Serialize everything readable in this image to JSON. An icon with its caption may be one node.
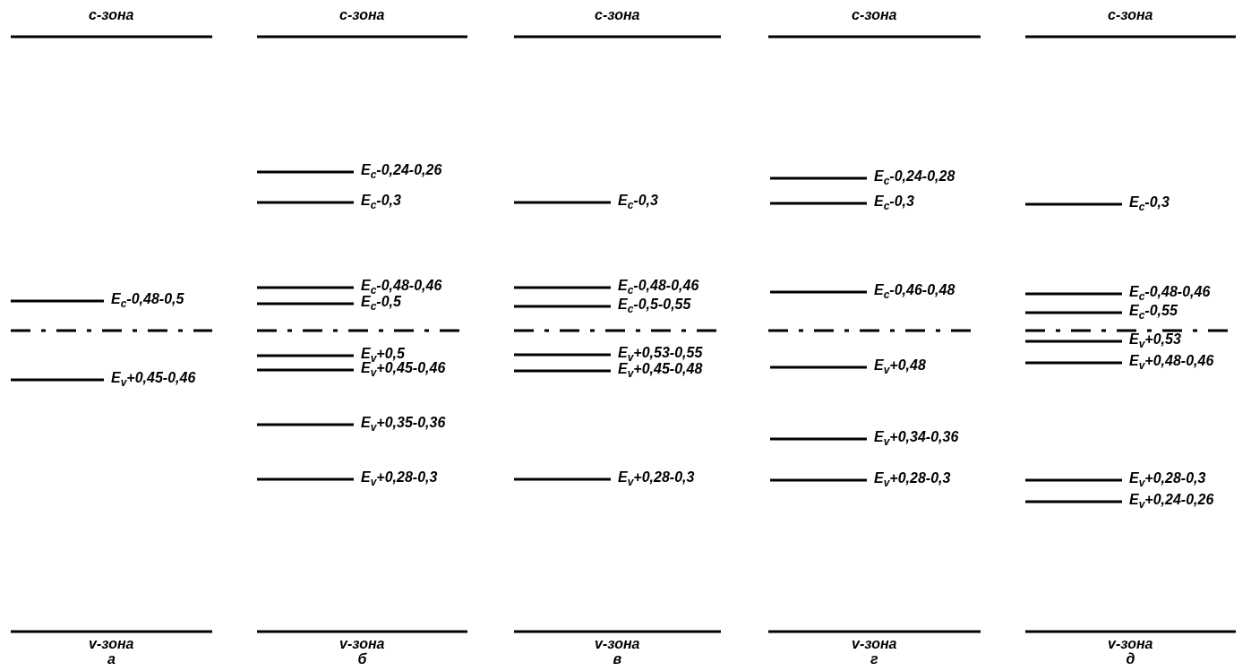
{
  "diagram": {
    "labels": [
      "c-зона",
      "E$_{c}$-0,48-0,5",
      "E$_{v}$+0,45-0,46",
      "v-зона",
      "а",
      "c-зона",
      "E$_{c}$-0,24-0,26",
      "E$_{c}$-0,3",
      "E$_{c}$-0,48-0,46",
      "E$_{c}$-0,5",
      "E$_{v}$+0,5",
      "E$_{v}$+0,45-0,46",
      "E$_{v}$+0,35-0,36",
      "E$_{v}$+0,28-0,3",
      "v-зона",
      "б",
      "c-зона",
      "E$_{c}$-0,3",
      "E$_{c}$-0,48-0,46",
      "E$_{c}$-0,5-0,55",
      "E$_{v}$+0,53-0,55",
      "E$_{v}$+0,45-0,48",
      "E$_{v}$+0,28-0,3",
      "v-зона",
      "в",
      "c-зона",
      "E$_{c}$-0,24-0,28",
      "E$_{c}$-0,3",
      "E$_{c}$-0,46-0,48",
      "E$_{v}$+0,48",
      "E$_{v}$+0,34-0,36",
      "E$_{v}$+0,28-0,3",
      "v-зона",
      "г",
      "c-зона",
      "E$_{c}$-0,3",
      "E$_{c}$-0,48-0,46",
      "E$_{c}$-0,55",
      "E$_{v}$+0,53",
      "E$_{v}$+0,48-0,46",
      "E$_{v}$+0,28-0,3",
      "E$_{v}$+0,24-0,26",
      "v-зона",
      "д"
    ]
  }
}
